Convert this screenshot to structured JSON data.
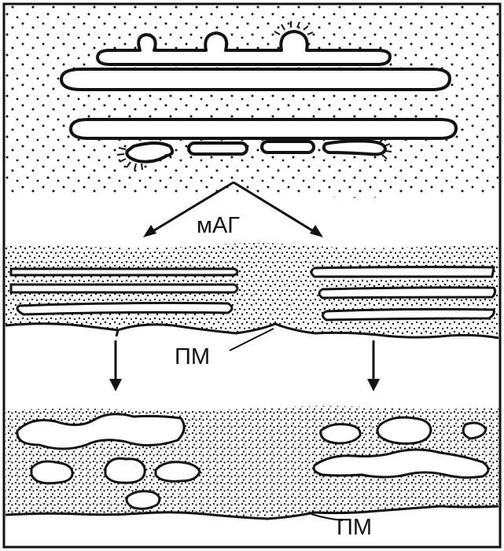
{
  "labels": {
    "golgi": "мАГ",
    "membrane_middle": "ПМ",
    "membrane_bottom": "ПМ"
  },
  "colors": {
    "ink": "#111111",
    "paper": "#ffffff"
  }
}
